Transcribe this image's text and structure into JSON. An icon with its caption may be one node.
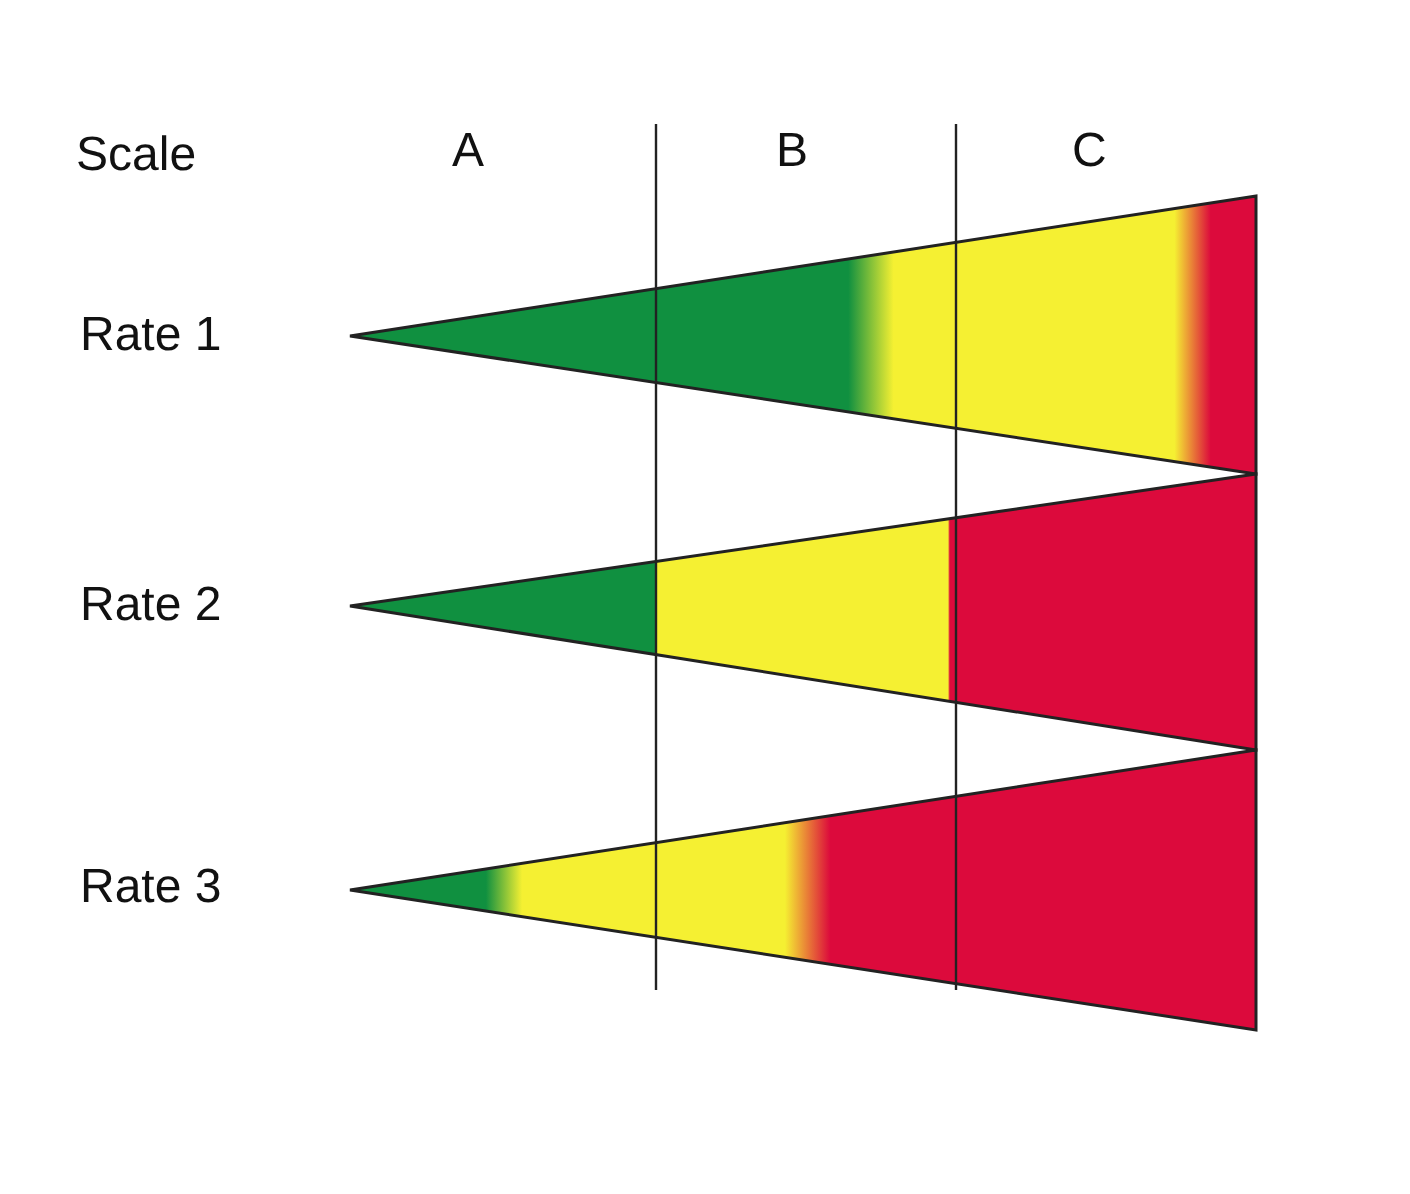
{
  "diagram": {
    "labels": [
      "Scale",
      "A",
      "B",
      "C",
      "Rate 1",
      "Rate 2",
      "Rate 3"
    ]
  }
}
